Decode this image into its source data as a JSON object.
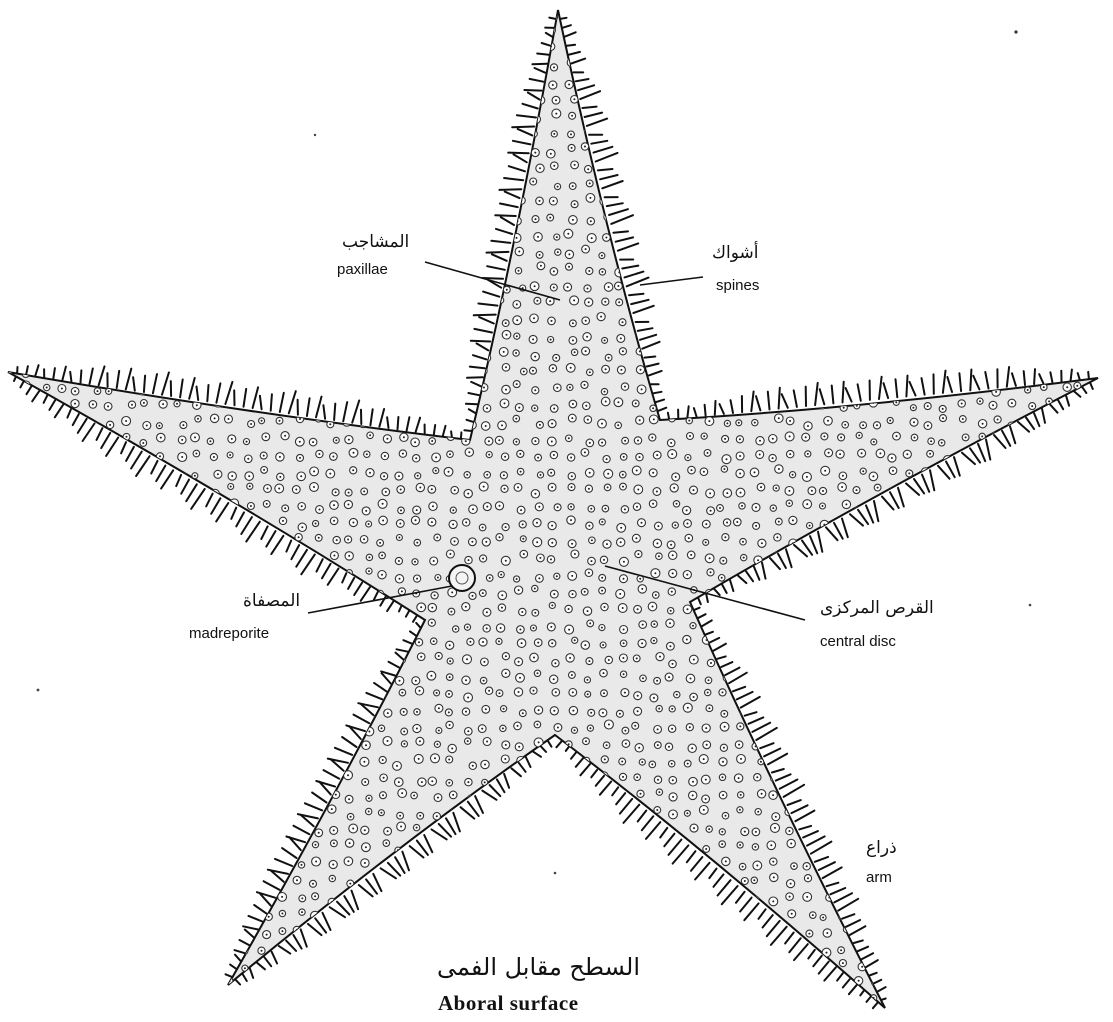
{
  "labels": {
    "paxillae": {
      "ar": "المشاجب",
      "en": "paxillae"
    },
    "spines": {
      "ar": "أشواك",
      "en": "spines"
    },
    "madreporite": {
      "ar": "المصفاة",
      "en": "madreporite"
    },
    "central_disc": {
      "ar": "القرص المركزى",
      "en": "central disc"
    },
    "arm": {
      "ar": "ذراع",
      "en": "arm"
    }
  },
  "caption": {
    "ar": "السطح مقابل الفمى",
    "en": "Aboral surface"
  },
  "colors": {
    "ink": "#111111",
    "paper": "#ffffff"
  }
}
